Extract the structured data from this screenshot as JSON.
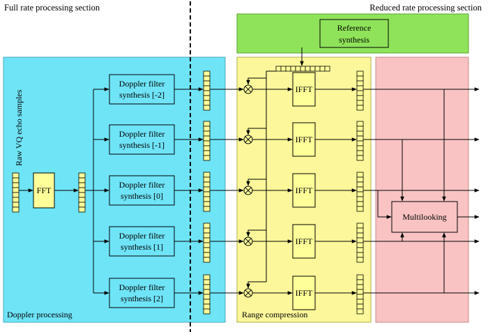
{
  "headers": {
    "full_rate": "Full rate processing section",
    "reduced_rate": "Reduced rate processing section"
  },
  "sections": {
    "doppler": "Doppler processing",
    "range": "Range compression"
  },
  "input_label": "Raw VQ echo samples",
  "fft_label": "FFT",
  "reference": {
    "line1": "Reference",
    "line2": "synthesis"
  },
  "filters": [
    {
      "line1": "Doppler filter",
      "line2": "synthesis [-2]"
    },
    {
      "line1": "Doppler filter",
      "line2": "synthesis [-1]"
    },
    {
      "line1": "Doppler filter",
      "line2": "synthesis [0]"
    },
    {
      "line1": "Doppler filter",
      "line2": "synthesis [1]"
    },
    {
      "line1": "Doppler filter",
      "line2": "synthesis [2]"
    }
  ],
  "ifft_label": "IFFT",
  "multilooking_label": "Multilooking",
  "colors": {
    "doppler_bg": "#6fe4f7",
    "range_bg": "#fbf79a",
    "multilook_bg": "#f9c3c3",
    "reference_bg": "#8fe35a",
    "block_bg": "#ffff99"
  }
}
